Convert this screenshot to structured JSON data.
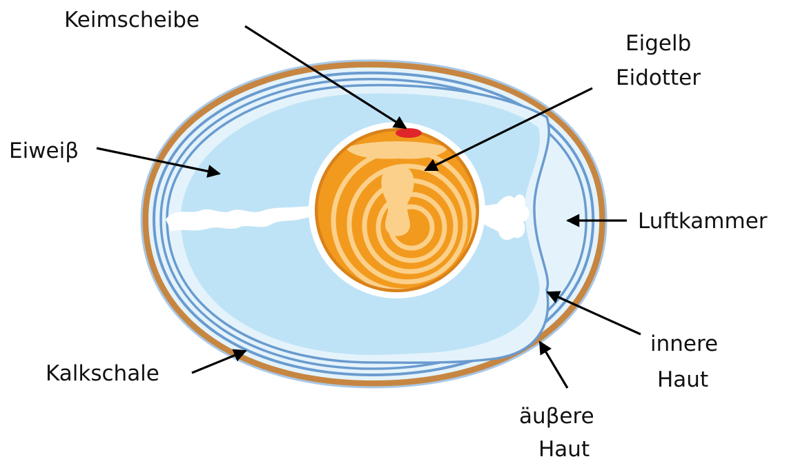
{
  "labels": {
    "keimscheibe": "Keimscheibe",
    "eigelb": "Eigelb",
    "eidotter": "Eidotter",
    "eiweiss": "Eiweiβ",
    "luftkammer": "Luftkammer",
    "innere_1": "innere",
    "innere_2": "Haut",
    "aeussere_1": "äuβere",
    "aeussere_2": "Haut",
    "kalkschale": "Kalkschale"
  },
  "colors": {
    "shell": "#C68642",
    "membrane": "#6A9BCF",
    "albumen": "#BFE3F6",
    "albumen_light": "#E4F3FB",
    "yolk_dark": "#F29A1E",
    "yolk_light": "#FBD08A",
    "germinal_disc": "#E0262B",
    "arrow": "#000000"
  }
}
